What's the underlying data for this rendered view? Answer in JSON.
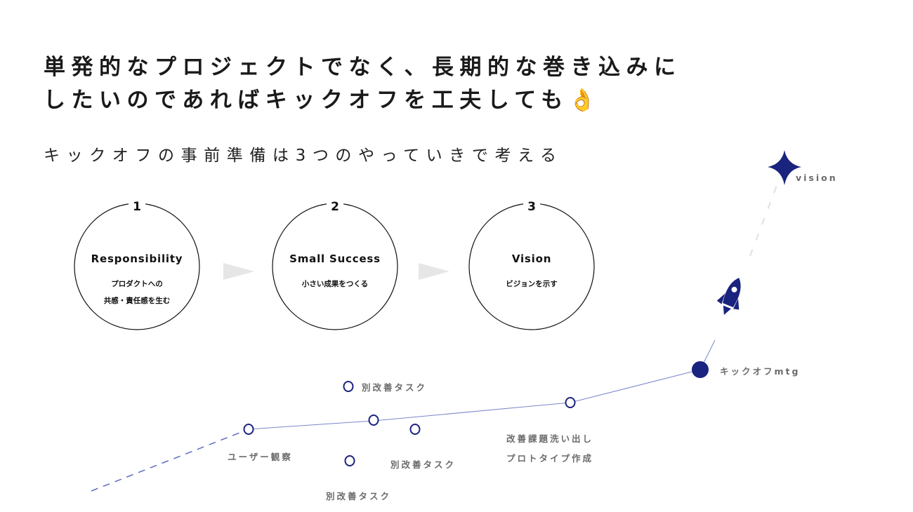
{
  "title": {
    "line1": "単発的なプロジェクトでなく、長期的な巻き込みに",
    "line2": "したいのであればキックオフを工夫しても",
    "emoji": "👌"
  },
  "subtitle": "キックオフの事前準備は3つのやっていきで考える",
  "steps": [
    {
      "number": "1",
      "heading": "Responsibility",
      "desc1": "プロダクトへの",
      "desc2": "共感・責任感を生む"
    },
    {
      "number": "2",
      "heading": "Small Success",
      "desc1": "小さい成果をつくる"
    },
    {
      "number": "3",
      "heading": "Vision",
      "desc1": "ビジョンを示す"
    }
  ],
  "roadmap": {
    "user_observation": "ユーザー観察",
    "side_task_top": "別改善タスク",
    "side_task_mid": "別改善タスク",
    "side_task_bottom": "別改善タスク",
    "improve_line1": "改善課題洗い出し",
    "improve_line2": "プロトタイプ作成",
    "kickoff": "キックオフmtg",
    "vision": "vision"
  },
  "colors": {
    "navy": "#1a237e",
    "line": "#7986cb",
    "arrow": "#e6e6e6"
  }
}
